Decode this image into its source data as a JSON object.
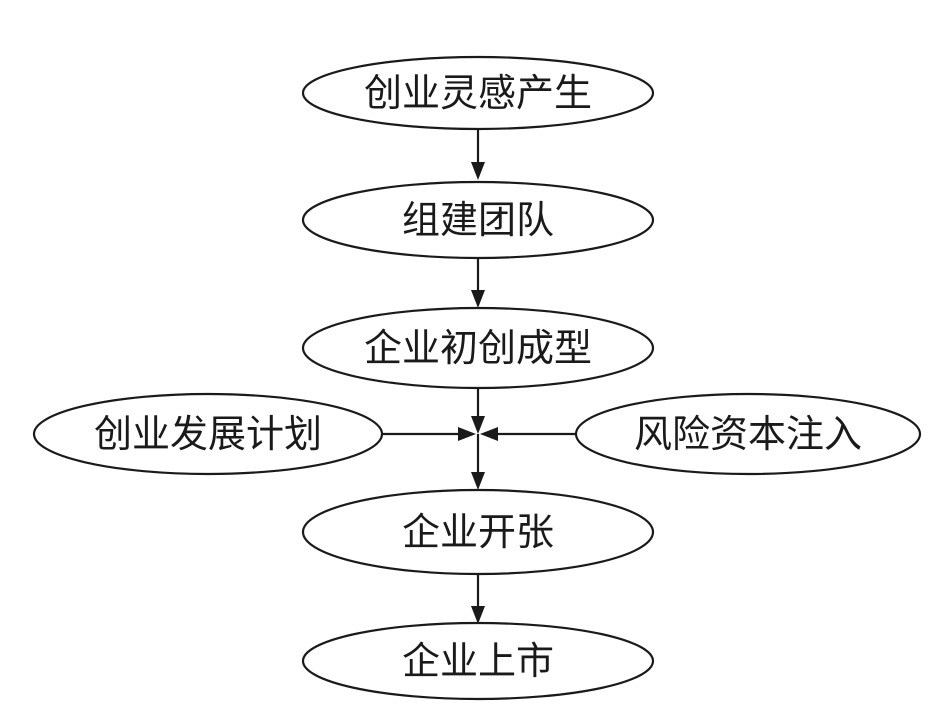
{
  "nodes": [
    {
      "id": "idea",
      "label": "创业灵感产生"
    },
    {
      "id": "team",
      "label": "组建团队"
    },
    {
      "id": "startup",
      "label": "企业初创成型"
    },
    {
      "id": "plan",
      "label": "创业发展计划"
    },
    {
      "id": "vc",
      "label": "风险资本注入"
    },
    {
      "id": "expand",
      "label": "企业开张"
    },
    {
      "id": "ipo",
      "label": "企业上市"
    }
  ],
  "edges": [
    {
      "from": "idea",
      "to": "team"
    },
    {
      "from": "team",
      "to": "startup"
    },
    {
      "from": "startup",
      "to": "expand"
    },
    {
      "from": "plan",
      "to": "expand"
    },
    {
      "from": "vc",
      "to": "expand"
    },
    {
      "from": "expand",
      "to": "ipo"
    }
  ],
  "colors": {
    "stroke": "#1a1a1a",
    "fill": "#ffffff"
  }
}
